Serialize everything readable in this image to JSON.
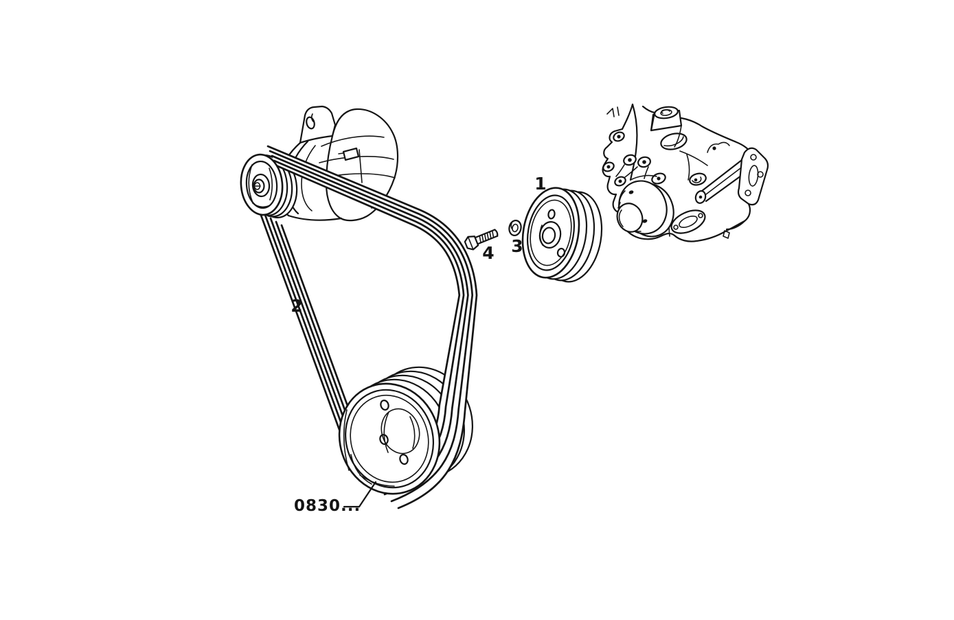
{
  "diagram": {
    "description": "exploded parts diagram of engine belt drive with water pump, pulleys, washer and bolt",
    "background_color": "#ffffff",
    "line_color": "#141414",
    "callouts": [
      {
        "id": "callout-1",
        "label": "1"
      },
      {
        "id": "callout-2",
        "label": "2"
      },
      {
        "id": "callout-3",
        "label": "3"
      },
      {
        "id": "callout-4",
        "label": "4"
      },
      {
        "id": "callout-0830",
        "label": "0830..."
      }
    ]
  }
}
